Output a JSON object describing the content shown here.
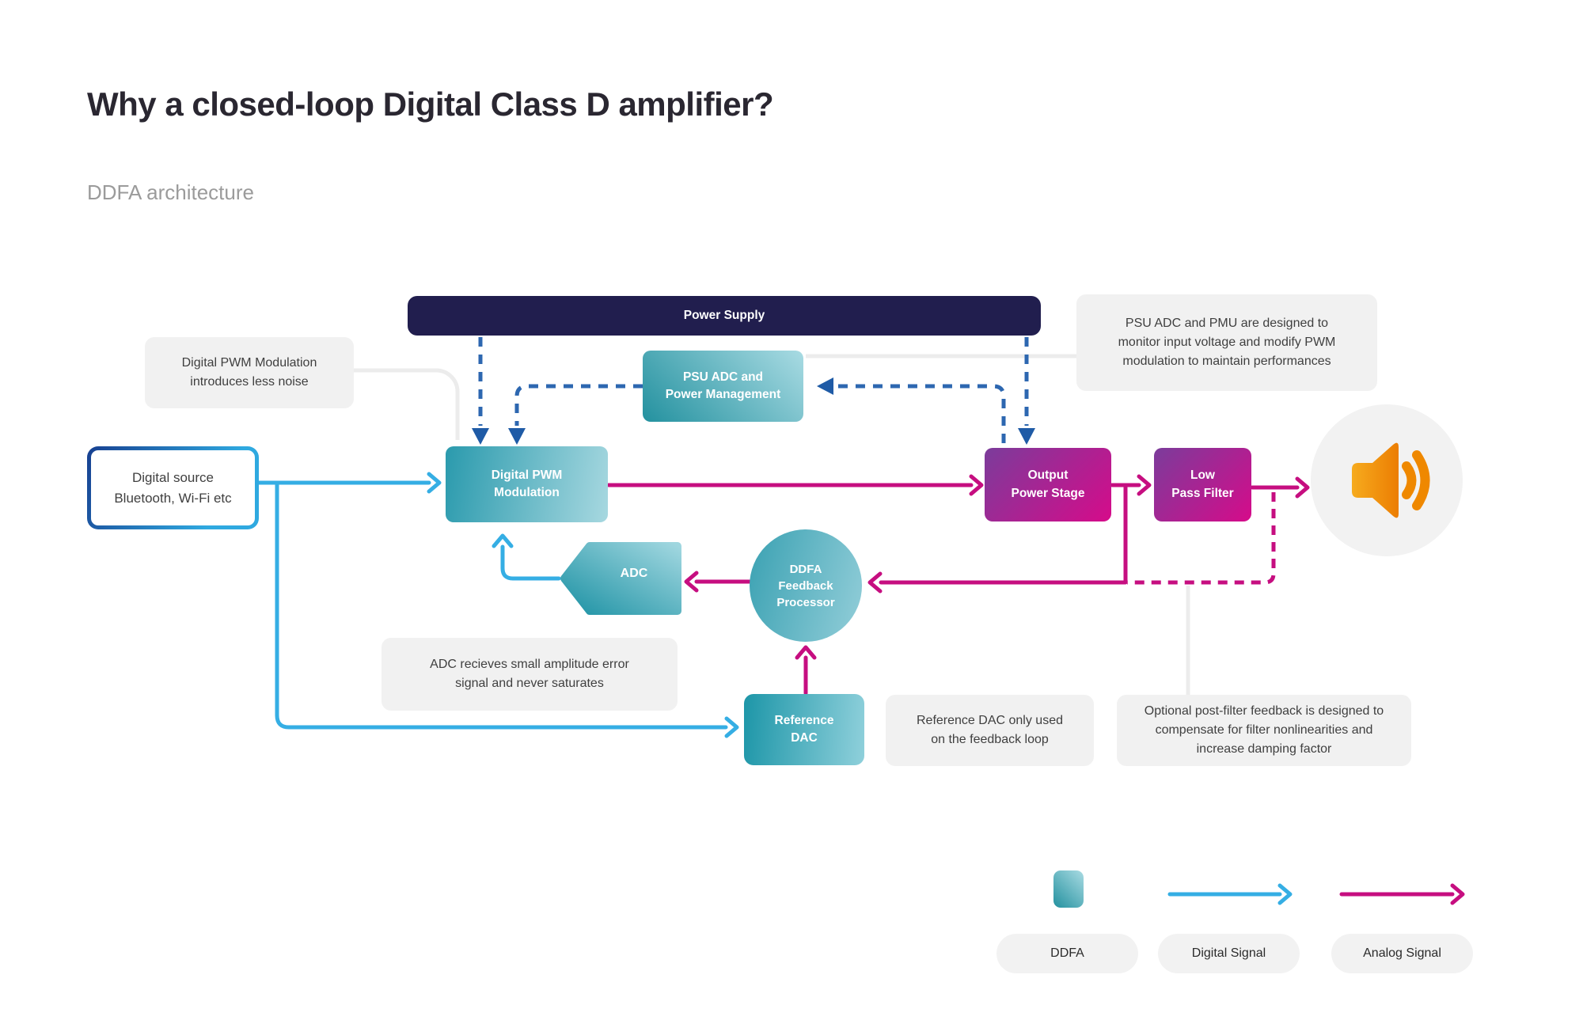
{
  "page": {
    "title": "Why a closed-loop Digital Class D amplifier?",
    "subtitle": "DDFA architecture"
  },
  "nodes": {
    "power_supply": {
      "label": "Power Supply"
    },
    "psu_adc": {
      "line1": "PSU ADC and",
      "line2": "Power Management"
    },
    "digital_source": {
      "line1": "Digital source",
      "line2": "Bluetooth, Wi-Fi etc"
    },
    "digital_pwm": {
      "line1": "Digital PWM",
      "line2": "Modulation"
    },
    "output_power_stage": {
      "line1": "Output",
      "line2": "Power Stage"
    },
    "low_pass_filter": {
      "line1": "Low",
      "line2": "Pass Filter"
    },
    "adc": {
      "label": "ADC"
    },
    "ddfa_feedback": {
      "line1": "DDFA",
      "line2": "Feedback",
      "line3": "Processor"
    },
    "reference_dac": {
      "line1": "Reference",
      "line2": "DAC"
    }
  },
  "callouts": {
    "pwm_noise": "Digital PWM Modulation introduces less noise",
    "psu_pmu": "PSU ADC and PMU are designed to monitor input voltage and modify PWM modulation to maintain performances",
    "adc_saturate": "ADC recieves small amplitude error signal and never saturates",
    "reference_dac": "Reference DAC only used on the feedback loop",
    "post_filter": "Optional post-filter feedback is designed to compensate for filter nonlinearities and increase damping factor"
  },
  "legend": {
    "ddfa": "DDFA",
    "digital": "Digital Signal",
    "analog": "Analog Signal"
  },
  "icons": {
    "speaker": "speaker-with-sound-waves"
  },
  "colors": {
    "ddfa_teal_dark": "#23919f",
    "ddfa_teal_light": "#a9dbe3",
    "analog_magenta": "#c60e80",
    "digital_blue": "#35aee4",
    "dashed_blue": "#2d67b0",
    "dashed_blue_head": "#1f5ba6",
    "power_navy": "#211e4e",
    "stage_purple": "#7b3c9b",
    "stage_magenta": "#d60b8a",
    "speaker_orange": "#ee8200",
    "callout_gray": "#f1f1f1",
    "title_dark": "#2a2731",
    "subtitle_gray": "#9b9b9b"
  }
}
